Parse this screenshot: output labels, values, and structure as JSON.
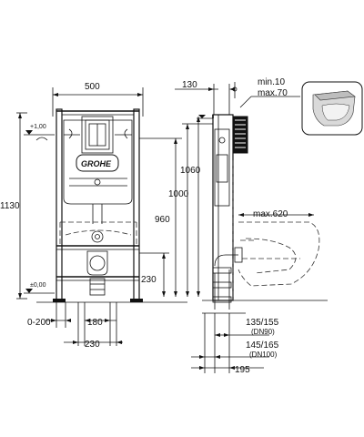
{
  "dimensions": {
    "width_frame": "500",
    "height_total": "1130",
    "height_1060": "1060",
    "height_1000": "1000",
    "height_960": "960",
    "height_230": "230",
    "depth_130": "130",
    "wall_min": "min.10",
    "wall_max": "max.70",
    "projection": "max.620",
    "offset_range": "0-200",
    "center_180": "180",
    "center_230": "230",
    "d135": "135/155",
    "dn90": "(DN90)",
    "d145": "145/165",
    "dn100": "(DN100)",
    "d195": "195"
  },
  "levels": {
    "plus100": "+1,00",
    "zero": "±0,00"
  },
  "brand": {
    "logo_text": "GROHE"
  }
}
